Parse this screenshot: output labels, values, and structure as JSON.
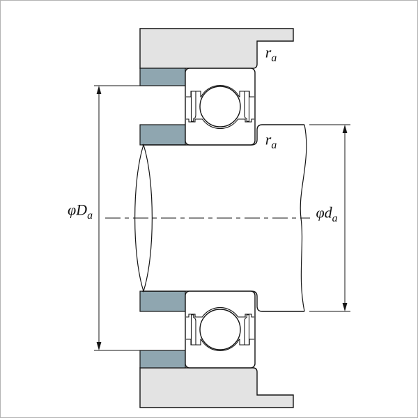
{
  "figure": {
    "type": "bearing-mounting-cross-section-diagram",
    "labels": {
      "housing_abutment_diameter": {
        "text": "φD",
        "sub": "a"
      },
      "shaft_abutment_diameter": {
        "text": "φd",
        "sub": "a"
      },
      "fillet_radius_housing": {
        "text": "r",
        "sub": "a"
      },
      "fillet_radius_shaft": {
        "text": "r",
        "sub": "a"
      }
    },
    "colors": {
      "housing_fill": "#e3e3e3",
      "shoulder_fill": "#8fa6b0",
      "line": "#141414",
      "background": "#ffffff",
      "frame": "#b3b3b3"
    }
  }
}
